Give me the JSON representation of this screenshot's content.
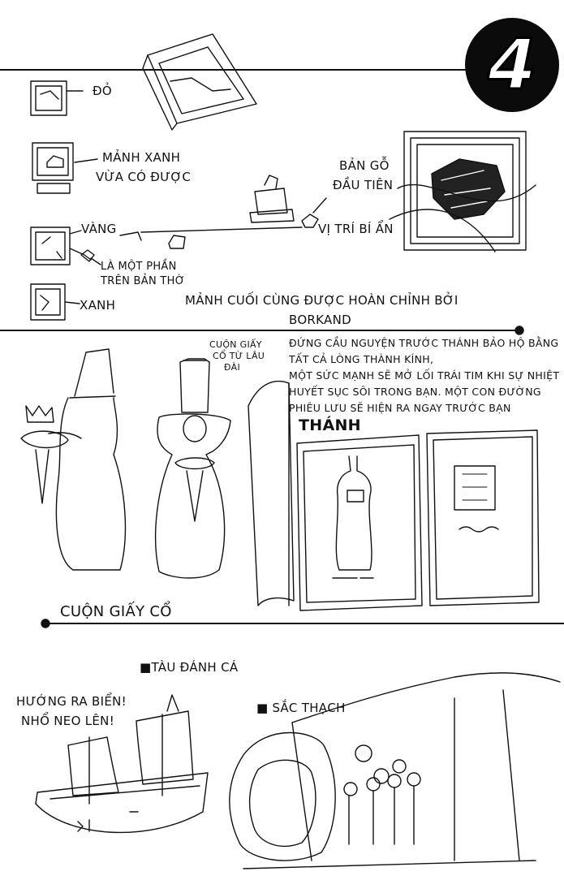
{
  "page_number": "4",
  "top_section": {
    "label_do": "ĐỎ",
    "label_manh_xanh": [
      "MẢNH XANH",
      "VỪA CÓ ĐƯỢC"
    ],
    "label_vang": "VÀNG",
    "label_la_mot_phan": [
      "LÀ MỘT PHẦN",
      "TRÊN BẢN THỜ"
    ],
    "label_xanh": "XANH",
    "label_ban_go": [
      "BẢN GỖ",
      "ĐẦU TIÊN"
    ],
    "label_vi_tri": "VỊ TRÍ BÍ ẨN",
    "caption": [
      "MẢNH CUỐI CÙNG ĐƯỢC HOÀN CHỈNH BỞI",
      "BORKAND"
    ]
  },
  "middle_section": {
    "scroll_note": [
      "CUỘN GIẤY",
      "CỔ TỪ LÂU",
      "ĐÀI"
    ],
    "prayer": [
      "ĐỨNG CẦU NGUYỆN TRƯỚC THÁNH BẢO HỘ BẰNG",
      "TẤT CẢ LÒNG THÀNH KÍNH,",
      "MỘT SỨC MẠNH SẼ MỞ LỐI TRÁI TIM KHI SỰ NHIỆT",
      "HUYẾT SỤC SÔI TRONG BẠN. MỘT CON ĐƯỜNG",
      "PHIÊU LƯU SẼ HIỆN RA NGAY TRƯỚC BẠN"
    ],
    "book_word": "THÁNH",
    "section_title": "CUỘN GIẤY CỔ"
  },
  "bottom_section": {
    "label_tau": "■TÀU ĐÁNH CÁ",
    "shout": [
      "HƯỚNG RA BIỂN!",
      "NHỔ NEO LÊN!"
    ],
    "label_sac_thach": "■ SẮC THẠCH"
  }
}
